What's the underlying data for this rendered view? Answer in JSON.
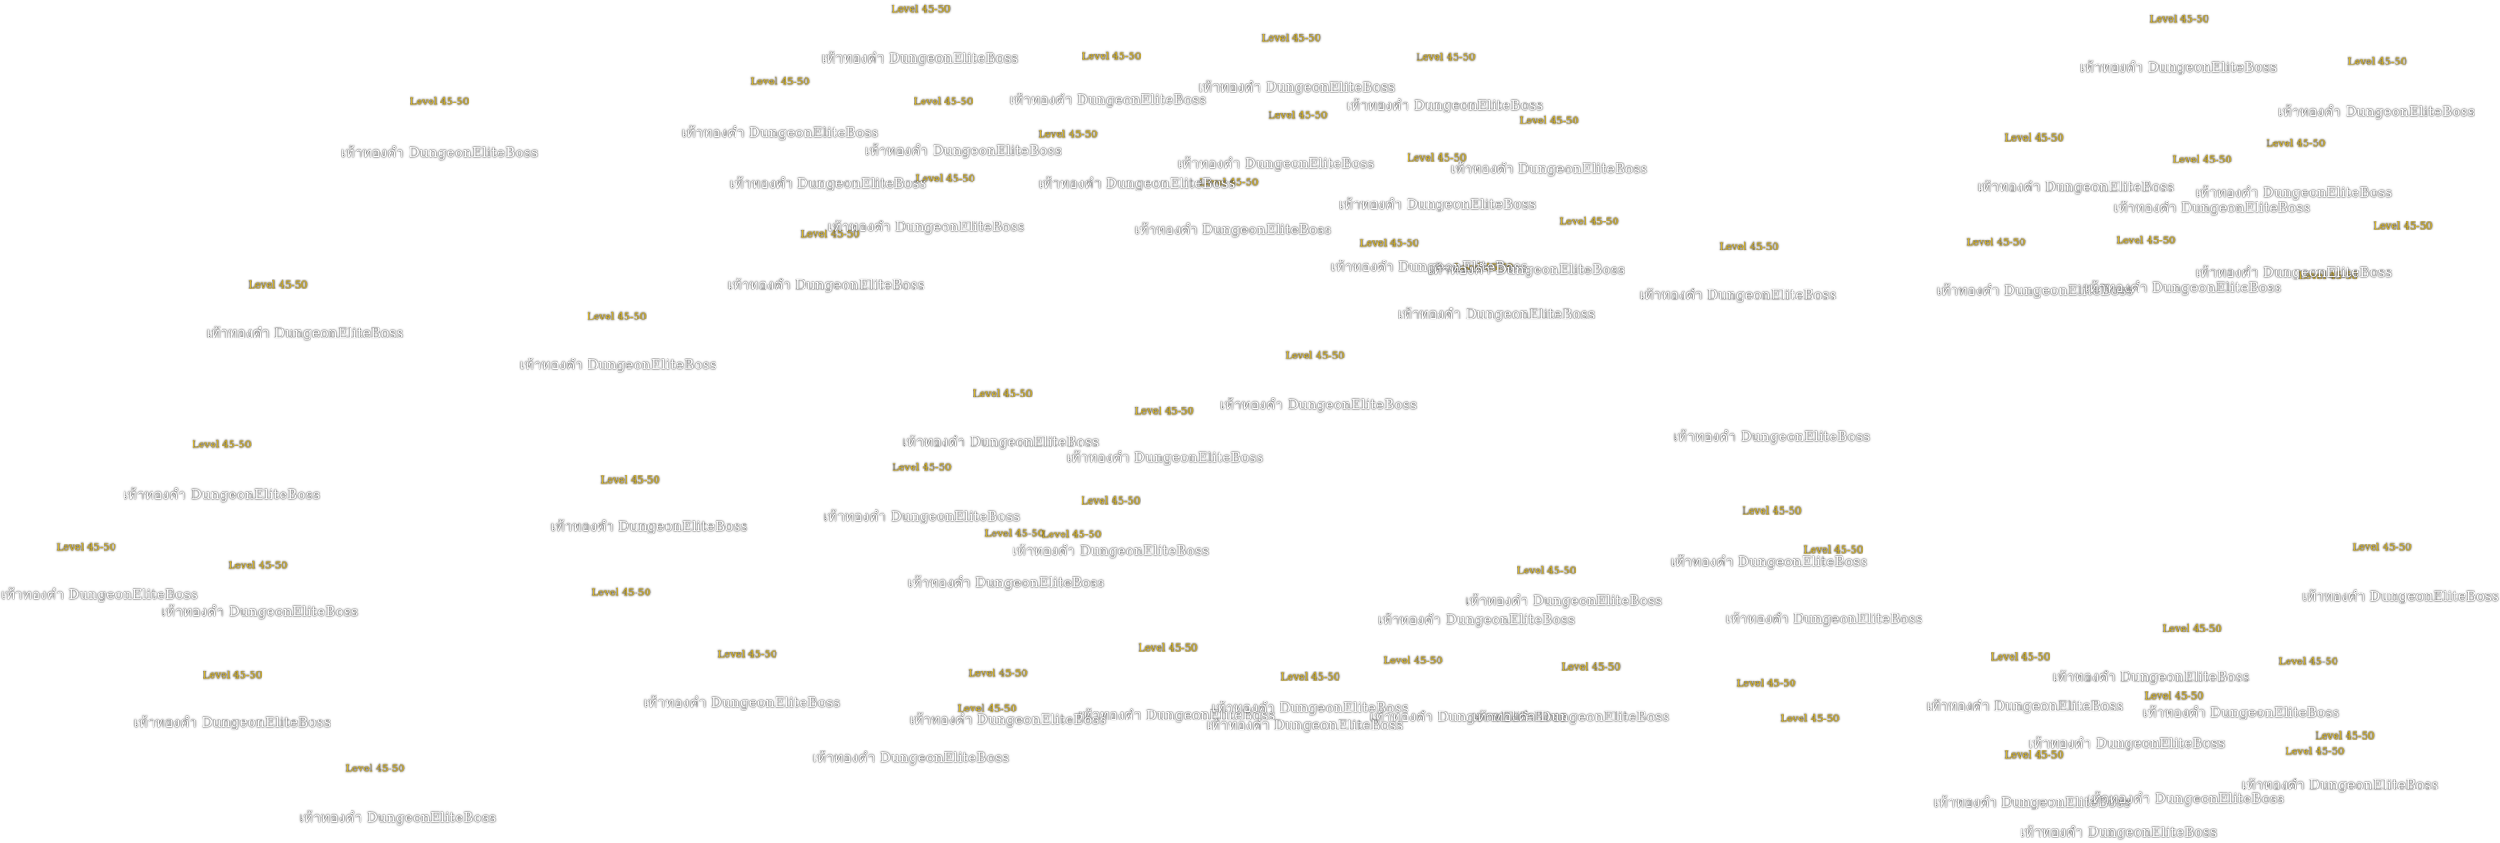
{
  "nameplates": {
    "count": 84,
    "level_label": "Level 45-50",
    "unit_name": "เท้าทองคำ DungeonEliteBoss"
  },
  "colors": {
    "background": "#ffffff",
    "level_text": "#d7b52a",
    "name_text": "#ffffff",
    "text_outline": "#444444"
  }
}
